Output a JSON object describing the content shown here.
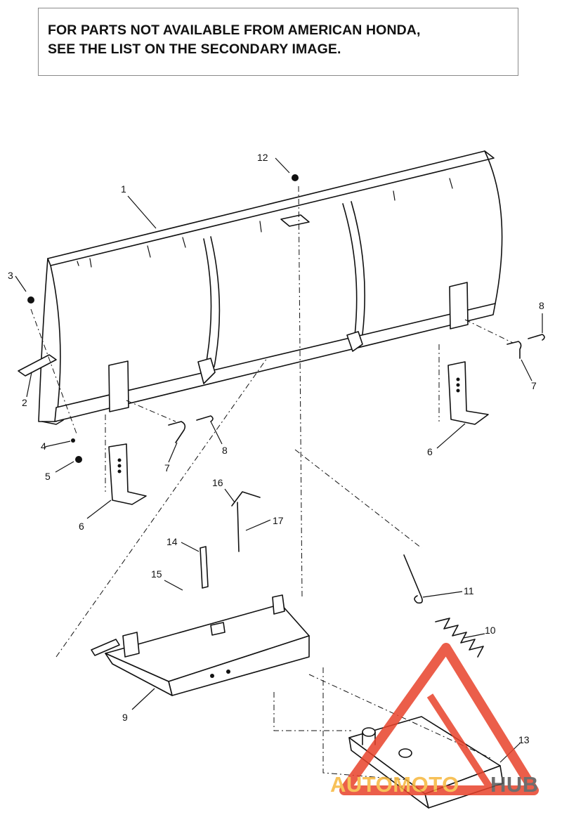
{
  "notice": {
    "line1": "FOR PARTS NOT AVAILABLE FROM AMERICAN HONDA,",
    "line2": "SEE THE LIST ON THE SECONDARY IMAGE."
  },
  "callouts": {
    "c1": "1",
    "c2": "2",
    "c3": "3",
    "c4": "4",
    "c5": "5",
    "c6a": "6",
    "c6b": "6",
    "c7a": "7",
    "c7b": "7",
    "c8a": "8",
    "c8b": "8",
    "c9": "9",
    "c10": "10",
    "c11": "11",
    "c12": "12",
    "c13": "13",
    "c14": "14",
    "c15": "15",
    "c16": "16",
    "c17": "17"
  },
  "watermark": {
    "part1": "AUTOMOTO",
    "part2": "HUB"
  },
  "colors": {
    "line": "#111111",
    "watermark_red": "#e8432b",
    "watermark_orange": "#f6b73c",
    "watermark_gray": "#555555"
  }
}
